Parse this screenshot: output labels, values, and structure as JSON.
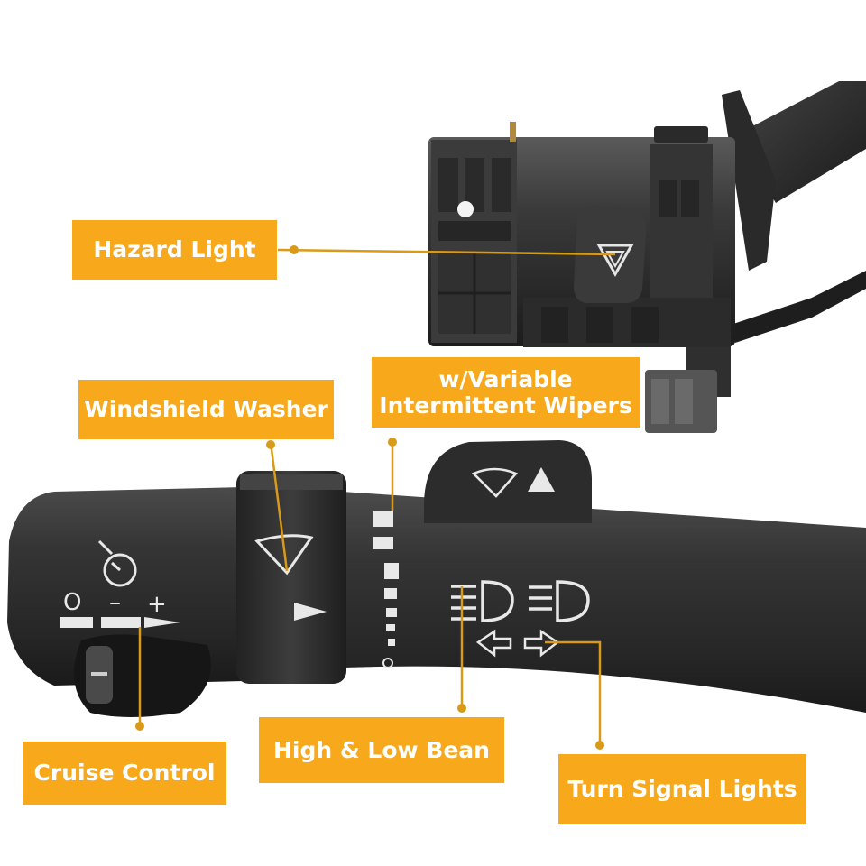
{
  "callouts": {
    "hazard_light": "Hazard Light",
    "wipers_line1": "w/Variable",
    "wipers_line2": "Intermittent Wipers",
    "windshield_washer": "Windshield Washer",
    "high_low_beam": "High & Low Bean",
    "cruise_control": "Cruise Control",
    "turn_signal_lights": "Turn Signal Lights"
  },
  "stalk_markings": {
    "cruise_off": "O",
    "cruise_minus": "–",
    "cruise_plus": "+"
  },
  "colors": {
    "callout_background": "#f7a81b",
    "callout_text": "#ffffff",
    "leader_line": "#d99a18",
    "stalk_body": "#2e2e2e",
    "stalk_markings": "#e8e8e8"
  }
}
